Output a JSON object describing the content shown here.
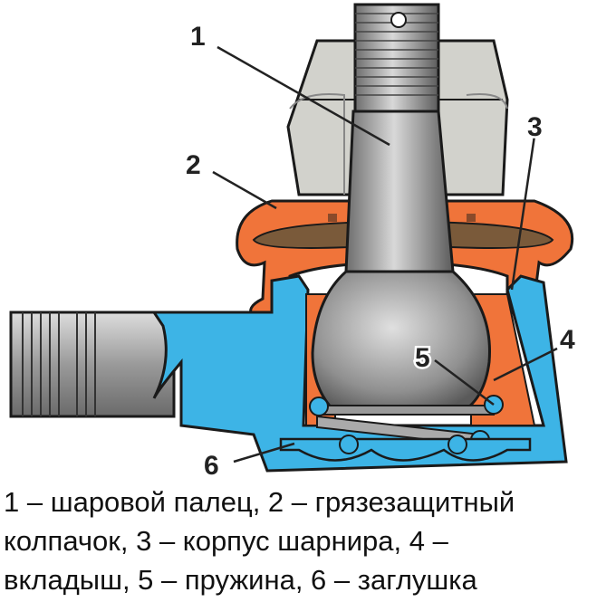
{
  "labels": [
    "1",
    "2",
    "3",
    "4",
    "5",
    "6"
  ],
  "caption": {
    "lines": [
      "1 – шаровой палец, 2 – грязезащитный",
      "колпачок, 3 – корпус шарнира, 4 –",
      "вкладыш, 5 – пружина, 6 – заглушка"
    ]
  },
  "colors": {
    "housing": "#3db4e6",
    "boot": "#f0743a",
    "metal": "#b0b0b0",
    "nut": "#d2d2cc",
    "outline": "#1a1a1a"
  }
}
